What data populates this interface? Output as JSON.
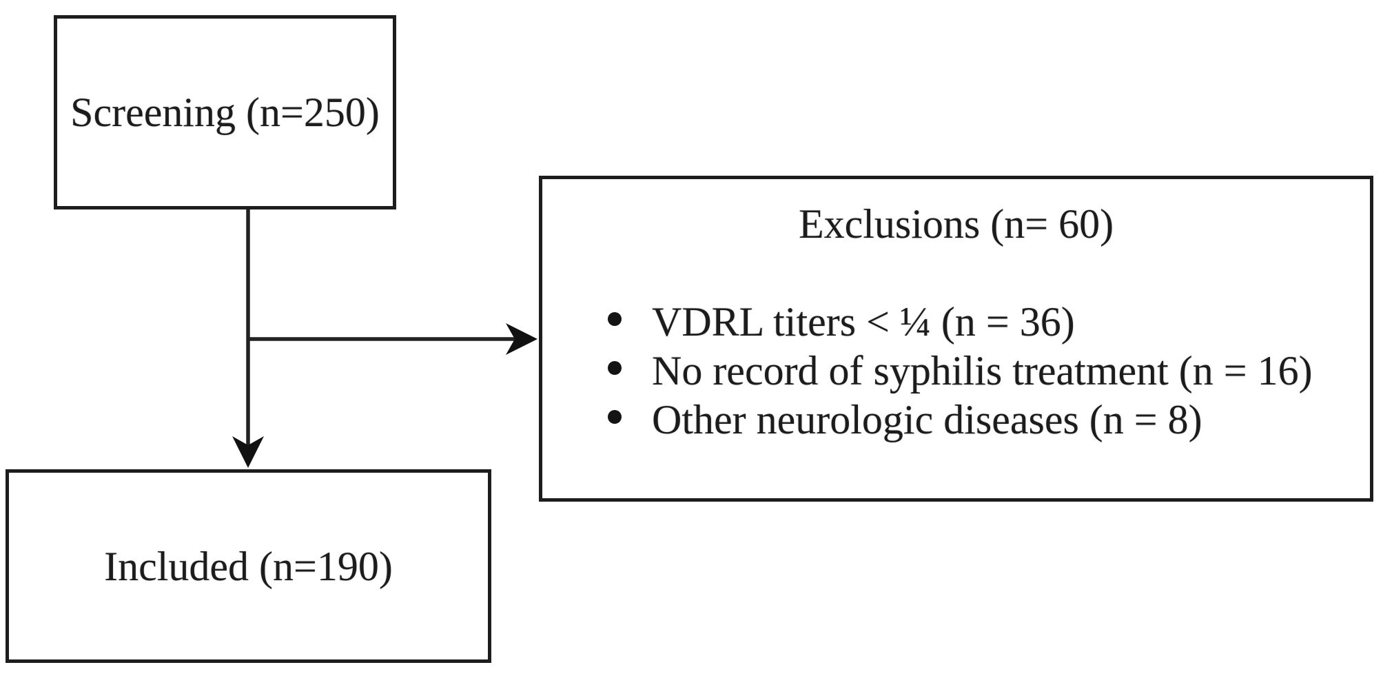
{
  "figure": {
    "background": "#ffffff",
    "line_color": "#222222",
    "text_color": "#1c1c1c"
  },
  "boxes": {
    "screening": {
      "label": "Screening (n=250)"
    },
    "included": {
      "label": "Included (n=190)"
    },
    "exclusions": {
      "title": "Exclusions (n= 60)",
      "items": [
        "VDRL titers < ¼ (n = 36)",
        "No record of syphilis treatment (n = 16)",
        "Other neurologic diseases (n = 8)"
      ]
    }
  }
}
